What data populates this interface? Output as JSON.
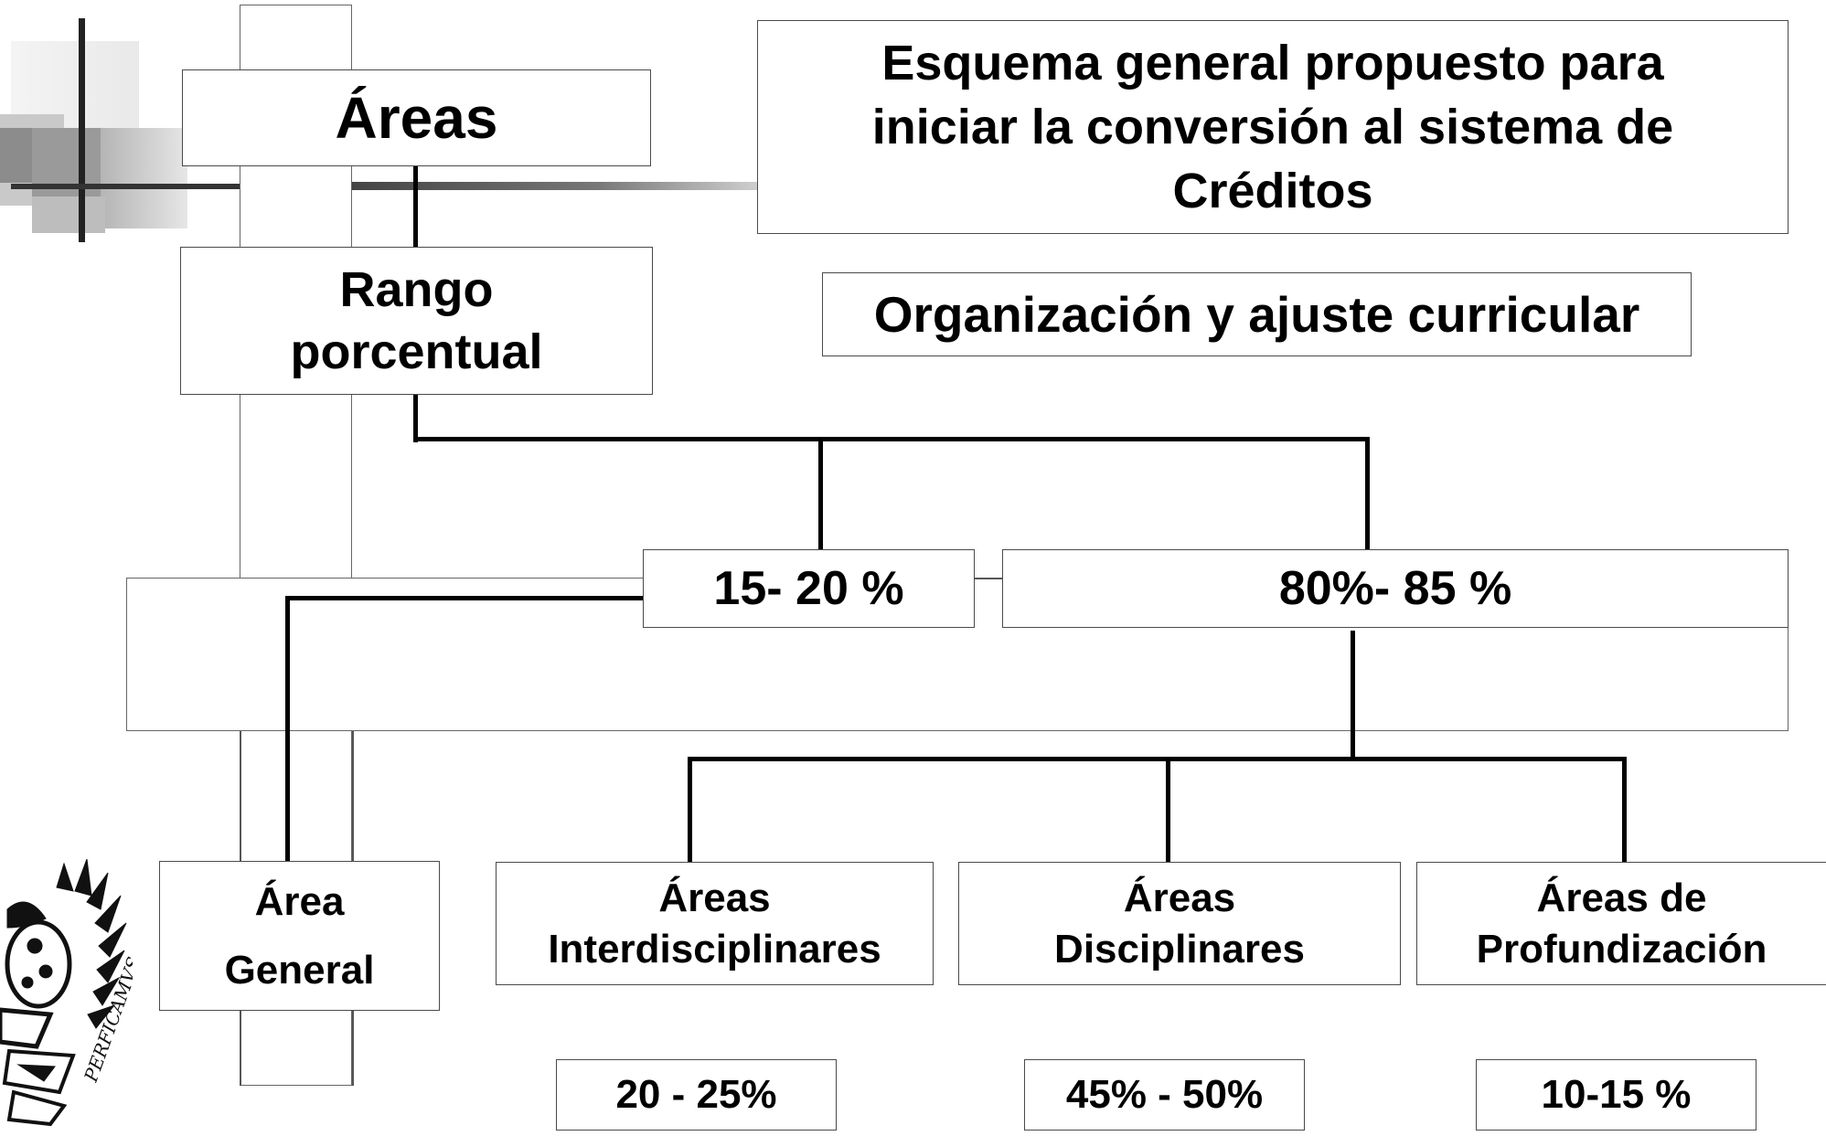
{
  "top_box": {
    "label": "Áreas"
  },
  "title_box": {
    "line1": "Esquema general propuesto para",
    "line2": "iniciar la conversión al sistema de",
    "line3": "Créditos"
  },
  "subtitle_box": {
    "label": "Organización y ajuste curricular"
  },
  "range_box": {
    "line1": "Rango",
    "line2": "porcentual"
  },
  "split_left": {
    "label": "15- 20 %"
  },
  "split_right": {
    "label": "80%- 85 %"
  },
  "area_general": {
    "line1": "Área",
    "line2": "General"
  },
  "area_inter": {
    "line1": "Áreas",
    "line2": "Interdisciplinares"
  },
  "area_disc": {
    "line1": "Áreas",
    "line2": "Disciplinares"
  },
  "area_prof": {
    "line1": "Áreas de",
    "line2": "Profundización"
  },
  "pct_inter": {
    "label": "20 - 25%"
  },
  "pct_disc": {
    "label": "45% - 50%"
  },
  "pct_prof": {
    "label": "10-15 %"
  },
  "logo": {
    "text": "PERFICAMVS"
  }
}
